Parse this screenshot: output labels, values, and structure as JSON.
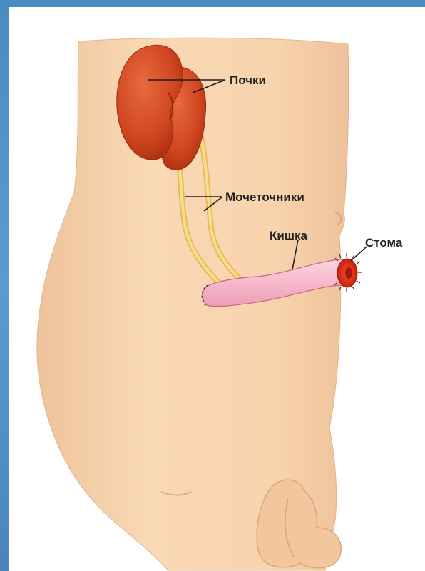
{
  "labels": {
    "kidneys": "Почки",
    "ureters": "Мочеточники",
    "intestine": "Кишка",
    "stoma": "Стома"
  },
  "colors": {
    "skin": "#f7d2ac",
    "skin_shadow": "#e8b98f",
    "kidney": "#d2461f",
    "kidney_dark": "#b2330f",
    "ureter": "#f3cf7a",
    "intestine": "#f8bfd0",
    "stoma": "#e8321c",
    "frame": "#4f8fc0"
  }
}
